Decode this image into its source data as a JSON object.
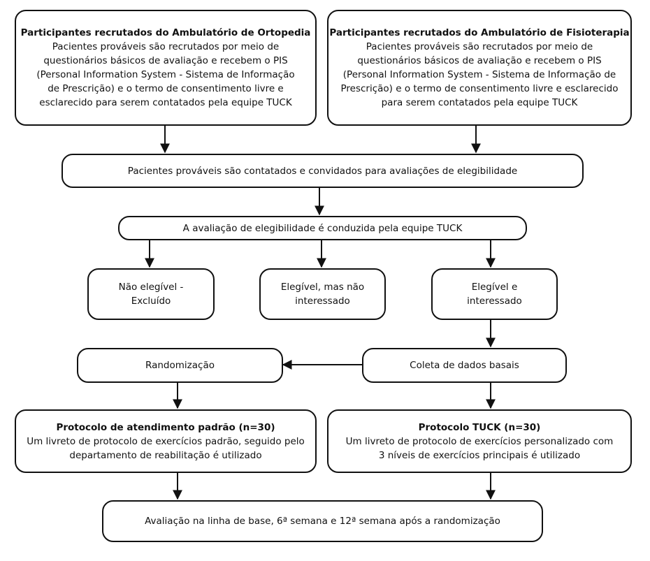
{
  "diagram": {
    "orthopedics": {
      "title": "Participantes recrutados do Ambulatório de Ortopedia",
      "lines": [
        "Pacientes prováveis são recrutados por meio de",
        "questionários básicos de avaliação e recebem o PIS",
        "(Personal Information System - Sistema de Informação",
        "de Prescrição) e o termo de consentimento livre e",
        "esclarecido para serem contatados pela equipe TUCK"
      ]
    },
    "physiotherapy": {
      "title": "Participantes recrutados do Ambulatório de Fisioterapia",
      "lines": [
        "Pacientes prováveis são recrutados por meio de",
        "questionários básicos de avaliação e recebem o PIS",
        "(Personal Information System - Sistema de Informação de",
        "Prescrição) e o termo de consentimento livre e esclarecido",
        "para serem contatados pela equipe TUCK"
      ]
    },
    "contacted": "Pacientes prováveis são contatados e convidados para avaliações de elegibilidade",
    "eligibility": "A avaliação de elegibilidade é conduzida pela equipe TUCK",
    "not_eligible": [
      "Não elegível -",
      "Excluído"
    ],
    "eligible_not_interested": [
      "Elegível, mas não",
      "interessado"
    ],
    "eligible_interested": [
      "Elegível e",
      "interessado"
    ],
    "randomization": "Randomização",
    "baseline": "Coleta de dados basais",
    "standard": {
      "title": "Protocolo de atendimento padrão (n=30)",
      "lines": [
        "Um livreto de protocolo de exercícios padrão, seguido pelo",
        "departamento de reabilitação é utilizado"
      ]
    },
    "tuck": {
      "title": "Protocolo TUCK (n=30)",
      "lines": [
        "Um livreto de protocolo de exercícios personalizado com",
        "3 níveis de exercícios principais é utilizado"
      ]
    },
    "assessment": "Avaliação na linha de base, 6ª semana e 12ª semana após a randomização"
  }
}
